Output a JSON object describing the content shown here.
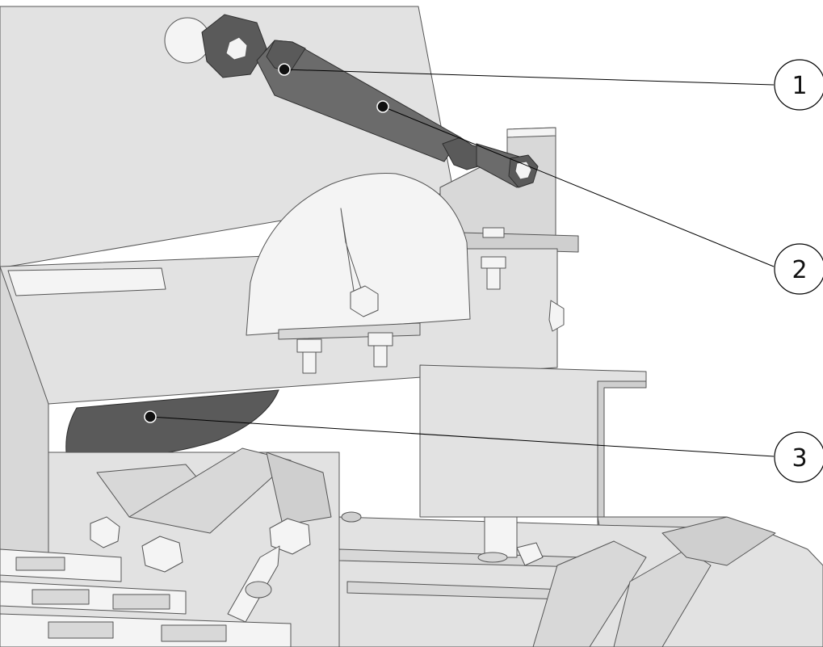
{
  "callouts": [
    {
      "number": "1"
    },
    {
      "number": "2"
    },
    {
      "number": "3"
    }
  ],
  "colors": {
    "background": "#ffffff",
    "part_light": "#e2e2e2",
    "part_dark": "#5a5a5a",
    "outline": "#555555",
    "leader": "#000000"
  },
  "icons": [
    "turnbuckle-rod",
    "angle-scale-plate",
    "pointer-needle",
    "hex-bolt",
    "blade-segment"
  ]
}
